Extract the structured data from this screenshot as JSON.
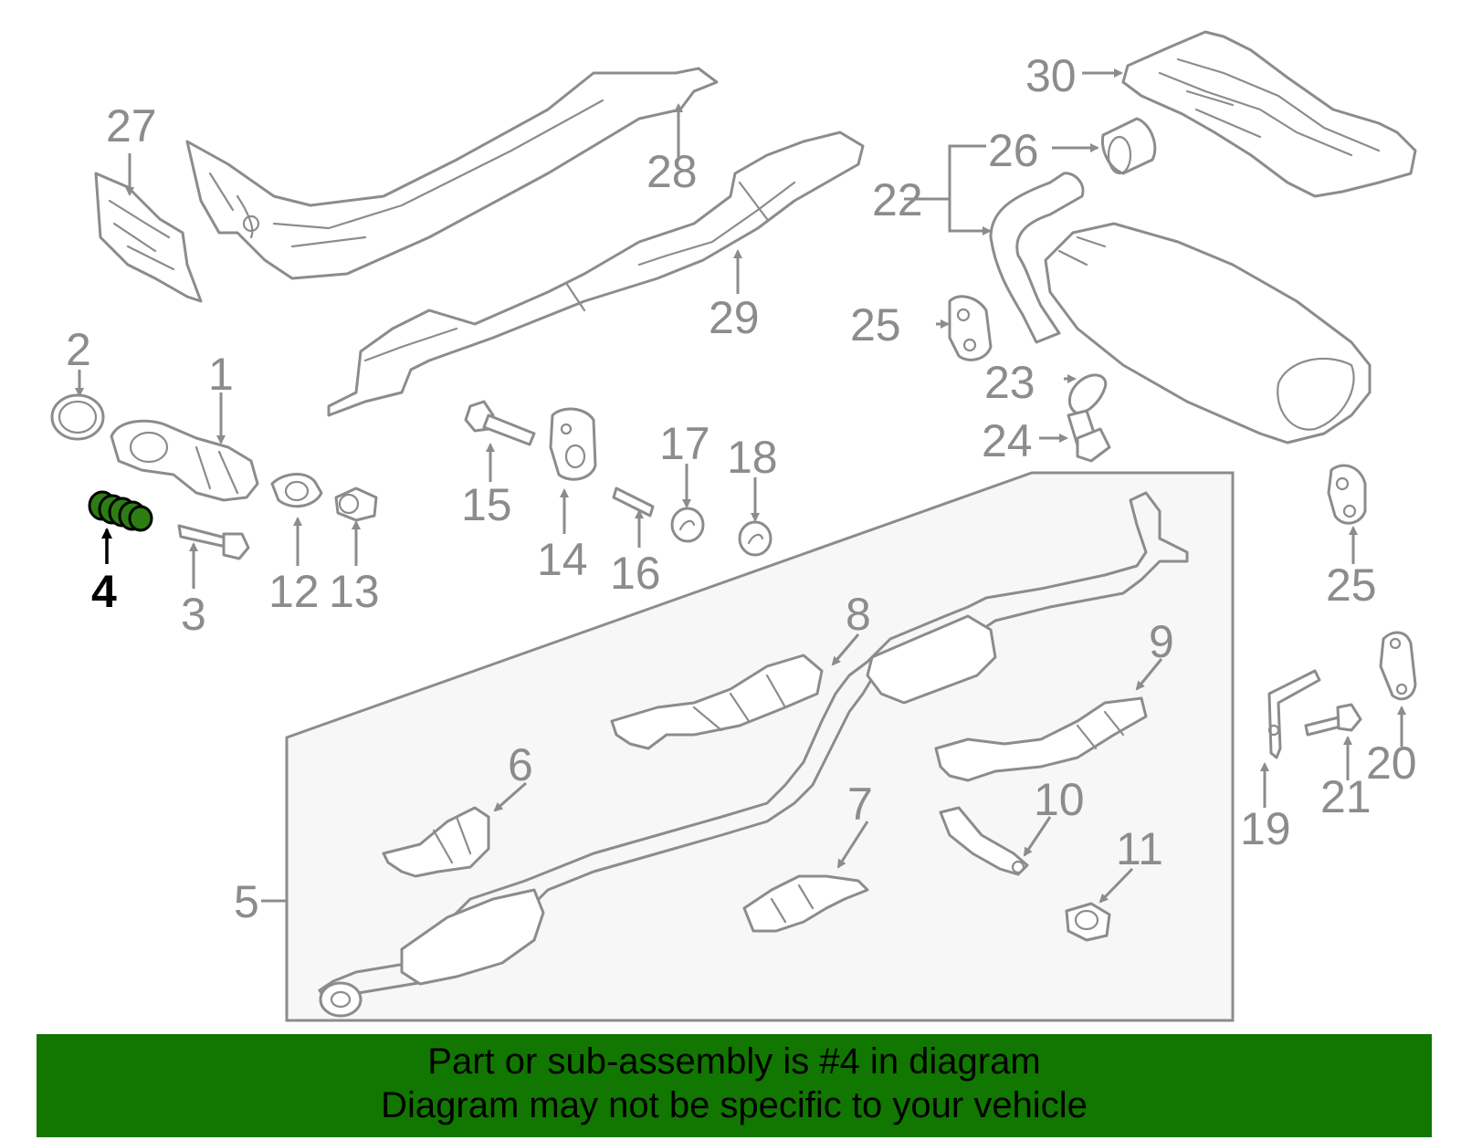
{
  "banner": {
    "line1": "Part or sub-assembly is #4 in diagram",
    "line2": "Diagram may not be specific to your vehicle",
    "color": "#117700"
  },
  "highlight": {
    "part": "4",
    "color": "#2d7d12"
  },
  "callouts": {
    "c1": "1",
    "c2": "2",
    "c3": "3",
    "c4": "4",
    "c5": "5",
    "c6": "6",
    "c7": "7",
    "c8": "8",
    "c9": "9",
    "c10": "10",
    "c11": "11",
    "c12": "12",
    "c13": "13",
    "c14": "14",
    "c15": "15",
    "c16": "16",
    "c17": "17",
    "c18": "18",
    "c19": "19",
    "c20": "20",
    "c21": "21",
    "c22": "22",
    "c23": "23",
    "c24": "24",
    "c25a": "25",
    "c25b": "25",
    "c26": "26",
    "c27": "27",
    "c28": "28",
    "c29": "29",
    "c30": "30"
  }
}
